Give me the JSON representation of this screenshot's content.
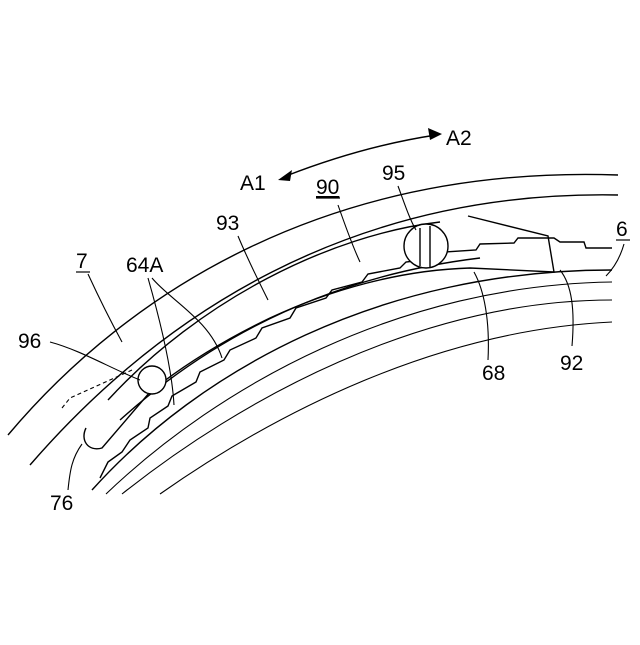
{
  "figure": {
    "labels": {
      "direction_a2": "A2",
      "direction_a1": "A1",
      "ref_90": "90",
      "ref_95": "95",
      "ref_6": "6",
      "ref_93": "93",
      "ref_7": "7",
      "ref_64a": "64A",
      "ref_96": "96",
      "ref_68": "68",
      "ref_92": "92",
      "ref_76": "76"
    }
  }
}
